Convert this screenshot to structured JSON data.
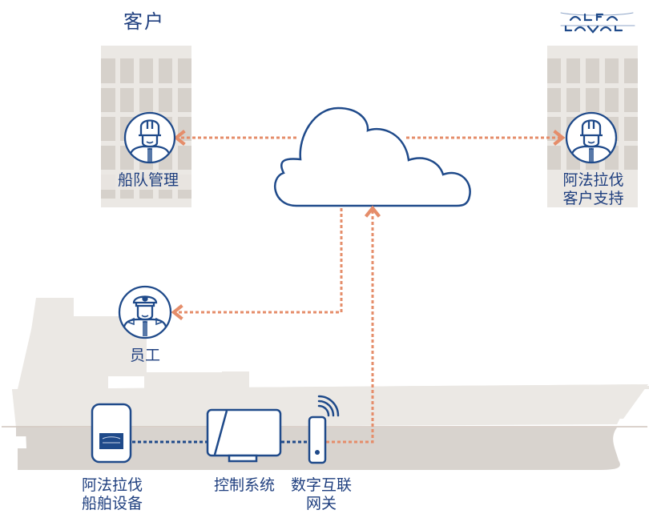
{
  "diagram": {
    "title": "Alfa Laval connected services network",
    "colors": {
      "navy": "#1f4a8a",
      "text": "#1f3f7f",
      "arrow": "#e58d6a",
      "building_light": "#ebe8e4",
      "building_window": "#d6d1cb",
      "ship_upper": "#ebe8e4",
      "ship_lower": "#d8d3ce",
      "waterline": "#cfc4bb",
      "link_dotted": "#1f4a8a"
    },
    "nodes": {
      "customer_header": "客户",
      "brand_logo": "ALFA LAVAL",
      "fleet_management": "船队管理",
      "alfa_support_line1": "阿法拉伐",
      "alfa_support_line2": "客户支持",
      "crew": "员工",
      "alfa_equipment_line1": "阿法拉伐",
      "alfa_equipment_line2": "船舶设备",
      "control_system": "控制系统",
      "gateway_line1": "数字互联",
      "gateway_line2": "网关"
    },
    "icons": {
      "cloud": "cloud-icon",
      "engineer": "engineer-helmet-icon",
      "captain": "captain-icon",
      "equipment": "equipment-cabinet-icon",
      "monitor": "monitor-icon",
      "gateway": "wireless-gateway-icon"
    },
    "connections": [
      {
        "from": "cloud",
        "to": "fleet_management",
        "style": "dotted-arrow"
      },
      {
        "from": "cloud",
        "to": "alfa_support",
        "style": "dotted-arrow"
      },
      {
        "from": "cloud",
        "to": "crew",
        "style": "dotted-arrow"
      },
      {
        "from": "gateway",
        "to": "cloud",
        "style": "dotted-arrow"
      },
      {
        "from": "alfa_equipment",
        "to": "control_system",
        "style": "dotted-navy"
      },
      {
        "from": "control_system",
        "to": "gateway",
        "style": "dotted-navy"
      }
    ]
  }
}
